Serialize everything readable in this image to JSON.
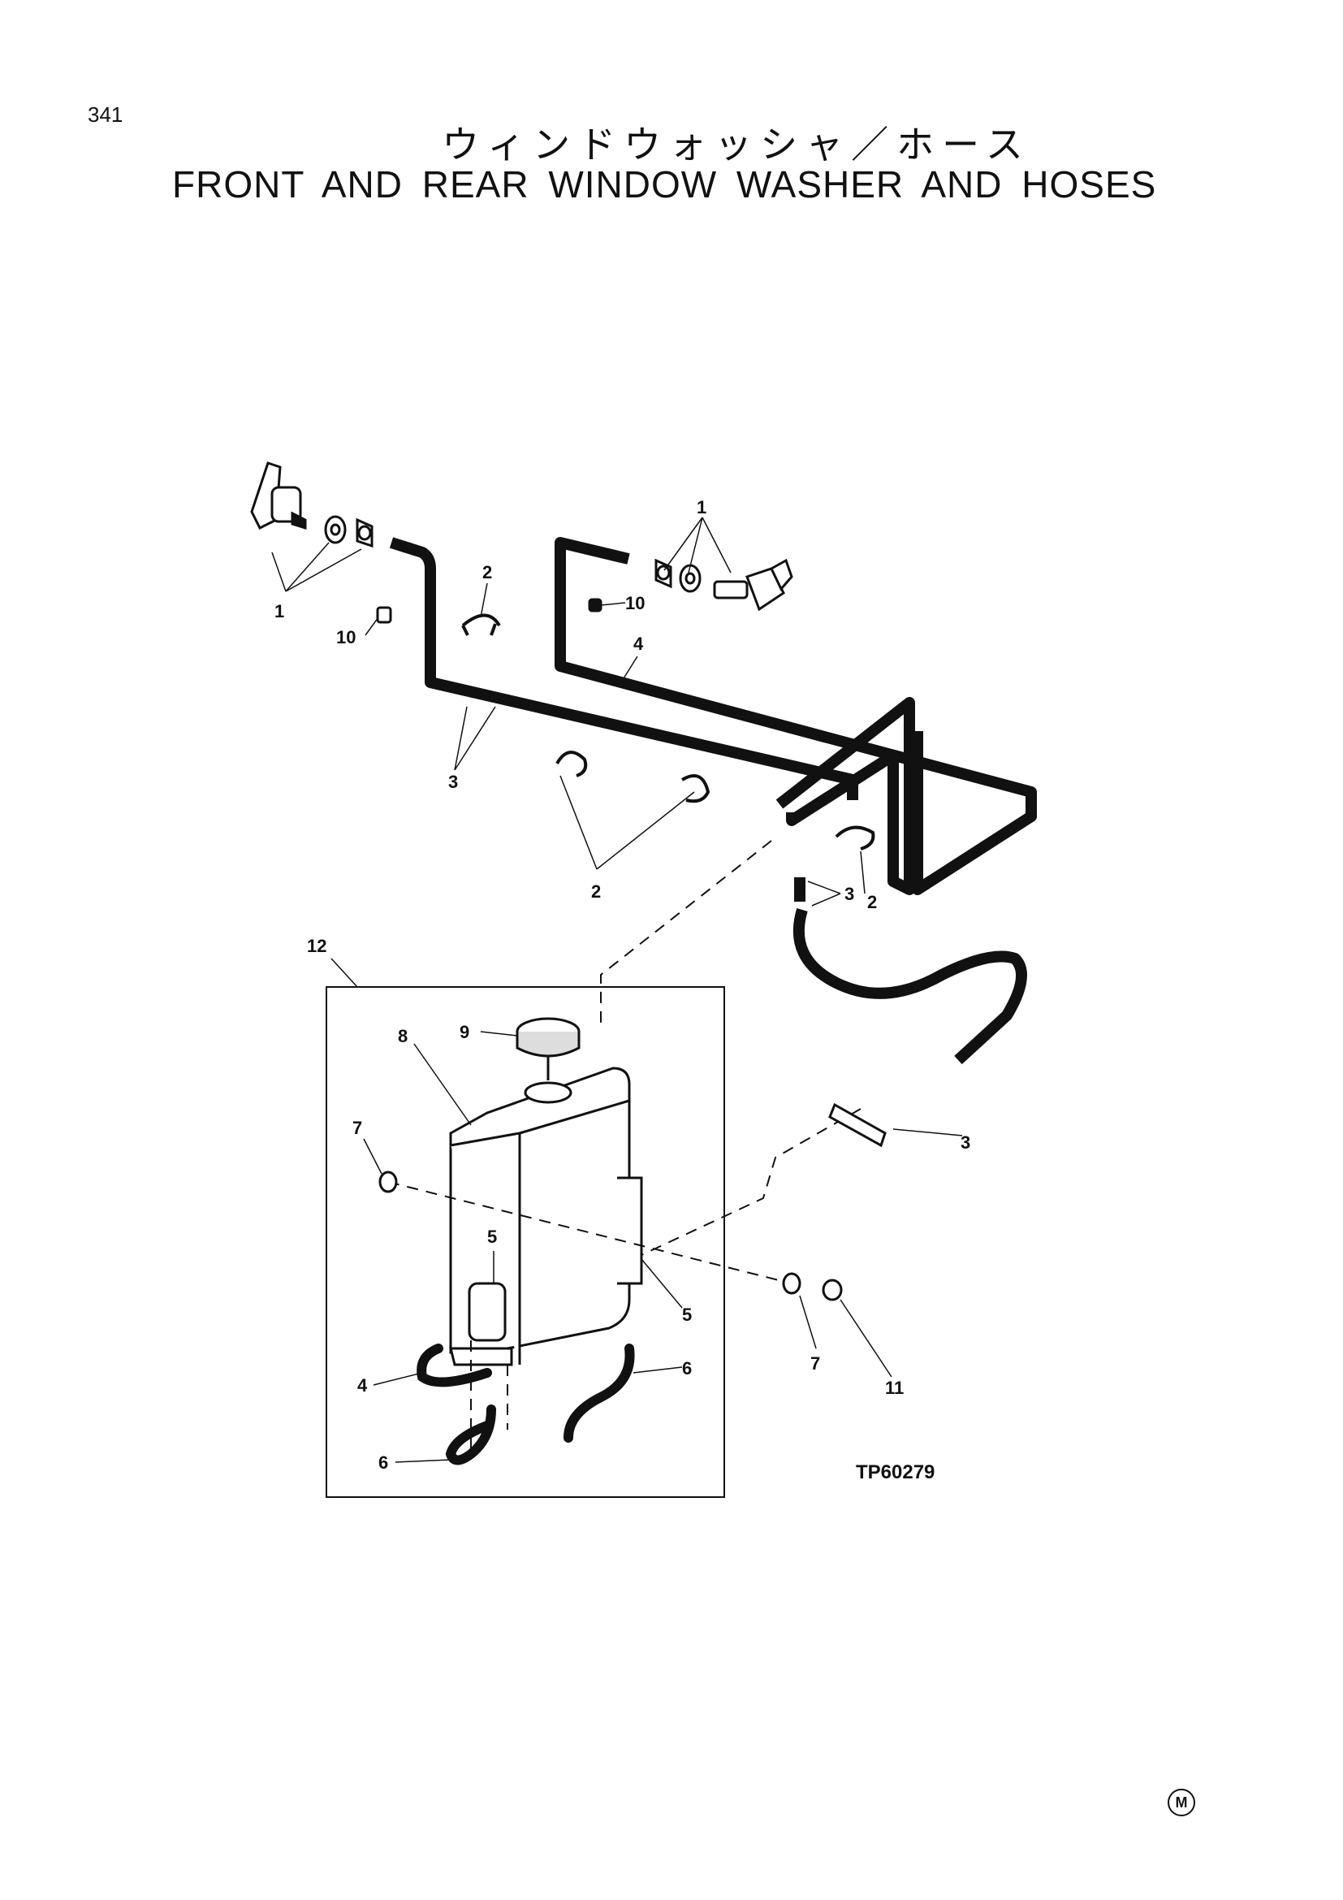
{
  "page": {
    "number": "341",
    "title_jp": "ウィンドウォッシャ／ホース",
    "title_en": "FRONT AND REAR WINDOW WASHER AND HOSES"
  },
  "diagram": {
    "figure_code": "TP60279",
    "corner_mark": "M",
    "callouts": [
      "1",
      "1",
      "2",
      "10",
      "10",
      "4",
      "3",
      "2",
      "3",
      "2",
      "12",
      "9",
      "8",
      "7",
      "5",
      "5",
      "3",
      "7",
      "11",
      "4",
      "6",
      "6"
    ]
  }
}
